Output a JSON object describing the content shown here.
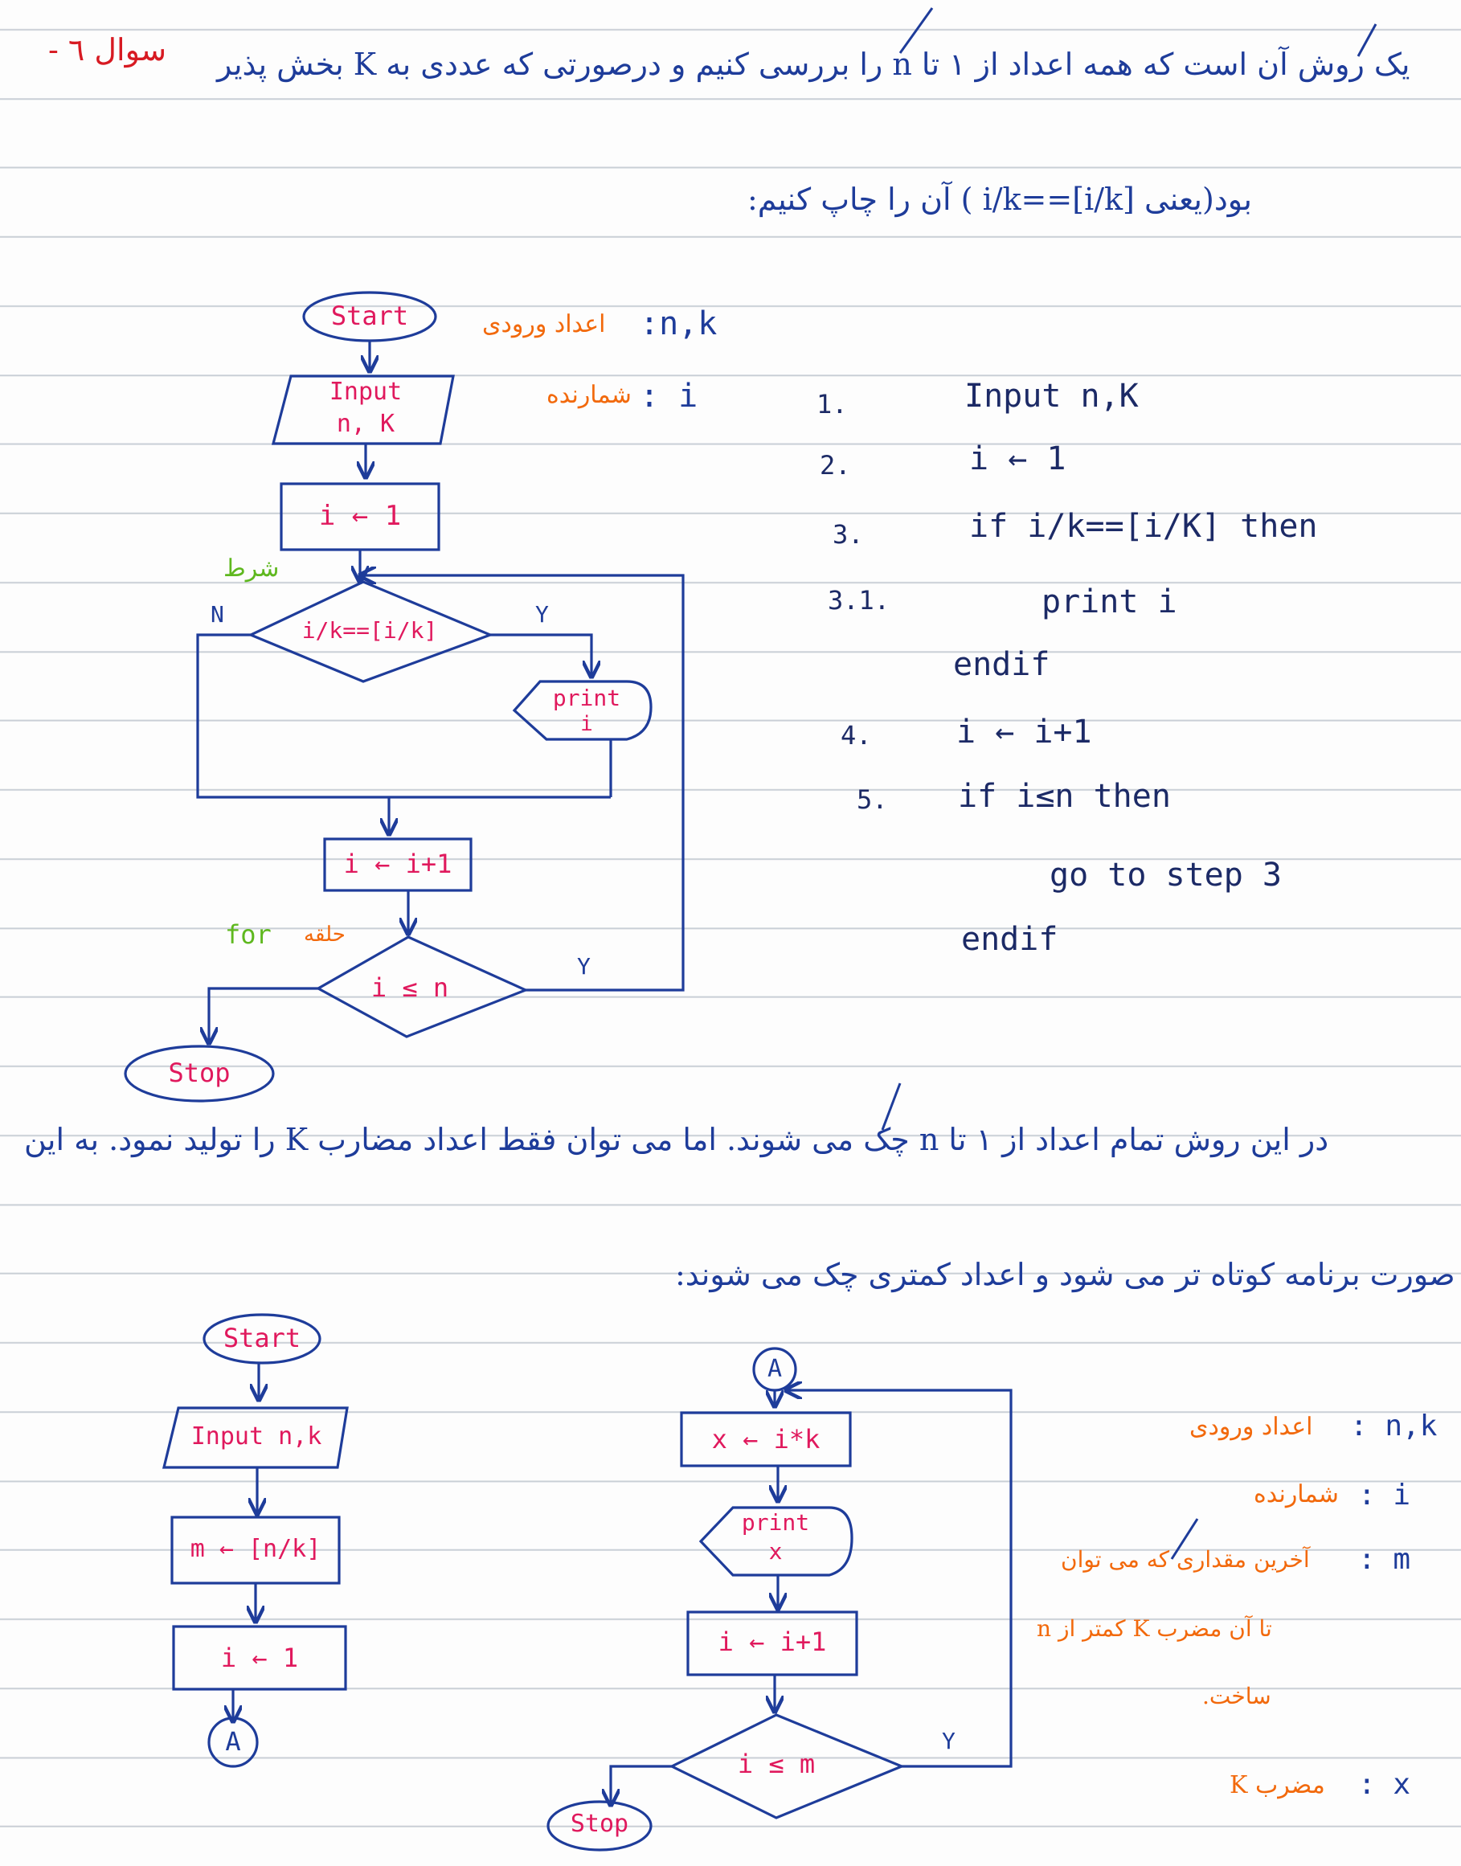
{
  "header": {
    "question_label": "سوال ٦ -",
    "line1": "یک روش آن است که همه اعداد از ۱ تا n را بررسی کنیم و درصورتی که عددی به K بخش پذیر",
    "line2": "بود(یعنی  [i/k]==i/k ) آن را چاپ کنیم:"
  },
  "legend1": {
    "vars_inputs": ":n,k",
    "vars_inputs_label": "اعداد ورودی",
    "vars_counter": ": i",
    "vars_counter_label": "شمارنده"
  },
  "algorithm": {
    "steps": [
      {
        "num": "1.",
        "text": "Input  n,K"
      },
      {
        "num": "2.",
        "text": "i ← 1"
      },
      {
        "num": "3.",
        "text": "if  i/k==[i/K]    then"
      },
      {
        "num": "3.1.",
        "text": "print i"
      },
      {
        "num": "",
        "text": "endif"
      },
      {
        "num": "4.",
        "text": "i ← i+1"
      },
      {
        "num": "5.",
        "text": "if   i≤n        then"
      },
      {
        "num": "",
        "text": "go  to  step  3"
      },
      {
        "num": "",
        "text": "endif"
      }
    ]
  },
  "flowchart1": {
    "start": "Start",
    "input_line1": "Input",
    "input_line2": "n, K",
    "init": "i ← 1",
    "condition_note": "شرط",
    "condition": "i/k==[i/k]",
    "no_label": "N",
    "yes_label": "Y",
    "print_line1": "print",
    "print_line2": "i",
    "increment": "i ← i+1",
    "loop_note_latin": "for",
    "loop_note": "حلقه",
    "loop_condition": "i ≤ n",
    "loop_yes": "Y",
    "stop": "Stop"
  },
  "middle_text": {
    "line1": "در این روش تمام اعداد از ۱ تا n چک می شوند. اما می توان فقط اعداد مضارب K را تولید نمود. به این",
    "line2": "صورت برنامه کوتاه تر می شود و اعداد کمتری چک می شوند:"
  },
  "flowchart2": {
    "start": "Start",
    "input": "Input n,k",
    "m_assign": "m ← [n/k]",
    "init": "i ← 1",
    "connector_out": "A"
  },
  "flowchart3": {
    "connector_in": "A",
    "x_assign": "x ← i*k",
    "print_line1": "print",
    "print_line2": "x",
    "increment": "i ← i+1",
    "condition": "i ≤ m",
    "yes_label": "Y",
    "stop": "Stop"
  },
  "legend2": {
    "nk": ": n,k",
    "nk_label": "اعداد ورودی",
    "i": ": i",
    "i_label": "شمارنده",
    "m": ": m",
    "m_label_1": "آخرین مقداری که می توان",
    "m_label_2": "تا آن مضرب K کمتر از n",
    "m_label_3": "ساخت.",
    "x": ": x",
    "x_label": "مضرب K"
  },
  "colors": {
    "ink_blue": "#1e3c9a",
    "ink_pink": "#e0195d",
    "ink_orange": "#f2690c",
    "ink_green": "#5fb81f",
    "ink_red": "#d71a22",
    "rule_line": "#c9cfd6"
  }
}
